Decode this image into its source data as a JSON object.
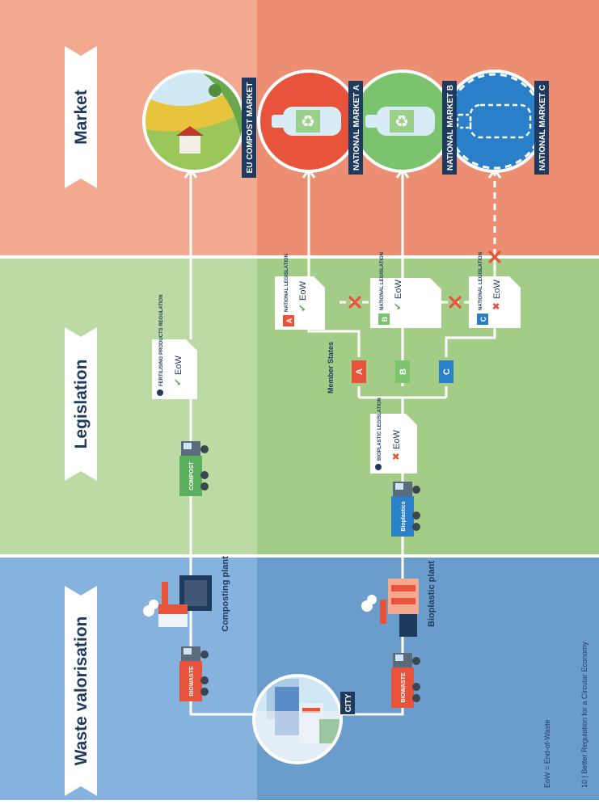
{
  "bands": {
    "waste": {
      "title": "Waste valorisation",
      "color_top": "#86b3dd",
      "color_bottom": "#6a9dcc"
    },
    "legislation": {
      "title": "Legislation",
      "color_top": "#bcdaa4",
      "color_bottom": "#a3cc87"
    },
    "market": {
      "title": "Market",
      "color_top": "#f3a98f",
      "color_bottom": "#ec8e72"
    }
  },
  "city": {
    "label": "CITY"
  },
  "trucks": {
    "biowaste_top": "BIOWASTE",
    "biowaste_bottom": "BIOWASTE",
    "compost": "COMPOST",
    "bioplastics": "Bioplastics"
  },
  "plants": {
    "composting": "Composting plant",
    "bioplastic": "Bioplastic plant"
  },
  "documents": {
    "fertilising": {
      "title": "FERTILISING PRODUCTS REGULATION",
      "status": "EoW",
      "ok": true
    },
    "bioplastic": {
      "title": "BIOPLASTIC LEGISLATION",
      "status": "EoW",
      "ok": false
    },
    "national_a": {
      "letter": "A",
      "title": "NATIONAL LEGISLATION",
      "status": "EoW",
      "ok": true
    },
    "national_b": {
      "letter": "B",
      "title": "NATIONAL LEGISLATION",
      "status": "EoW",
      "ok": true
    },
    "national_c": {
      "letter": "C",
      "title": "NATIONAL LEGISLATION",
      "status": "EoW",
      "ok": false
    }
  },
  "member_states": {
    "label": "Member States",
    "a": "A",
    "b": "B",
    "c": "C"
  },
  "markets": {
    "eu_compost": "EU COMPOST MARKET",
    "national_a": "NATIONAL MARKET A",
    "national_b": "NATIONAL MARKET B",
    "national_c": "NATIONAL MARKET C"
  },
  "legend": "EoW = End-of-Waste",
  "footer": "10 | Better Regulation for a Circular Economy",
  "colors": {
    "red": "#e8533c",
    "green": "#7cc36e",
    "blue": "#2a7fc9",
    "navy": "#1f3a5f",
    "white": "#ffffff"
  }
}
